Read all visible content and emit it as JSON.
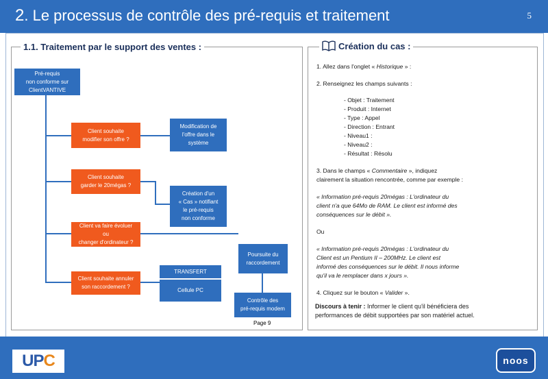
{
  "header": {
    "title_num": "2",
    "title_rest": ". Le processus de contrôle des pré-requis et traitement",
    "page_number": "5"
  },
  "left_panel": {
    "title": "1.1. Traitement par le support des ventes :",
    "boxes": {
      "start": "Pré-requis\nnon conforme sur\nClientVANTIVE",
      "q1": "Client souhaite\nmodifier son offre ?",
      "action1": "Modification de\nl'offre dans le\nsystème",
      "q2": "Client souhaite\ngarder le 20mégas ?",
      "action2": "Création d'un\n« Cas » notifiant\nle pré-requis\nnon conforme",
      "q3": "Client va faire évoluer\nou\nchanger d'ordinateur ?",
      "action3": "Poursuite du\nraccordement",
      "q4": "Client souhaite annuler\nson raccordement ?",
      "transfer_title": "TRANSFERT",
      "transfer_sub": "Cellule PC",
      "end": "Contrôle des\npré-requis modem"
    },
    "page_footer": "Page 9"
  },
  "right_panel": {
    "title": "Création du cas :",
    "icon": "book-icon",
    "step1": "1. Allez dans l'onglet « Historique » :",
    "step1_a": "1. Allez dans l'onglet « ",
    "step1_b": "Historique",
    "step1_c": " » :",
    "step2": "2. Renseignez les champs suivants :",
    "fields": "- Objet : Traitement\n- Produit : Internet\n- Type : Appel\n- Direction : Entrant\n- Niveau1 :\n- Niveau2 :\n- Résultat : Résolu",
    "step3_a": "3. Dans le champs « ",
    "step3_b": "Commentaire",
    "step3_c": " », indiquez\nclairement la situation rencontrée, comme par exemple :",
    "example1": "« Information pré-requis 20mégas : L'ordinateur du\nclient n'a que 64Mo de RAM. Le client est informé des\nconséquences sur le débit ».",
    "or": "Ou",
    "example2": "« Information pré-requis 20mégas : L'ordinateur du\nClient est un Pentium II – 200MHz. Le client est\ninformé des conséquences sur le débit. Il nous informe\nqu'il va le remplacer dans x jours ».",
    "step4_a": "4. Cliquez sur le bouton « ",
    "step4_b": "Valider",
    "step4_c": " ».",
    "discourse_label": "Discours à tenir :",
    "discourse_text": " Informer le client qu'il bénéficiera des\nperformances de débit supportées par son matériel actuel."
  },
  "footer": {
    "logo_left_a": "UP",
    "logo_left_b": "C",
    "logo_right": "noos"
  },
  "colors": {
    "brand_blue": "#2f6ebd",
    "decision_orange": "#f05a1e",
    "legend_navy": "#1a2f5a"
  }
}
